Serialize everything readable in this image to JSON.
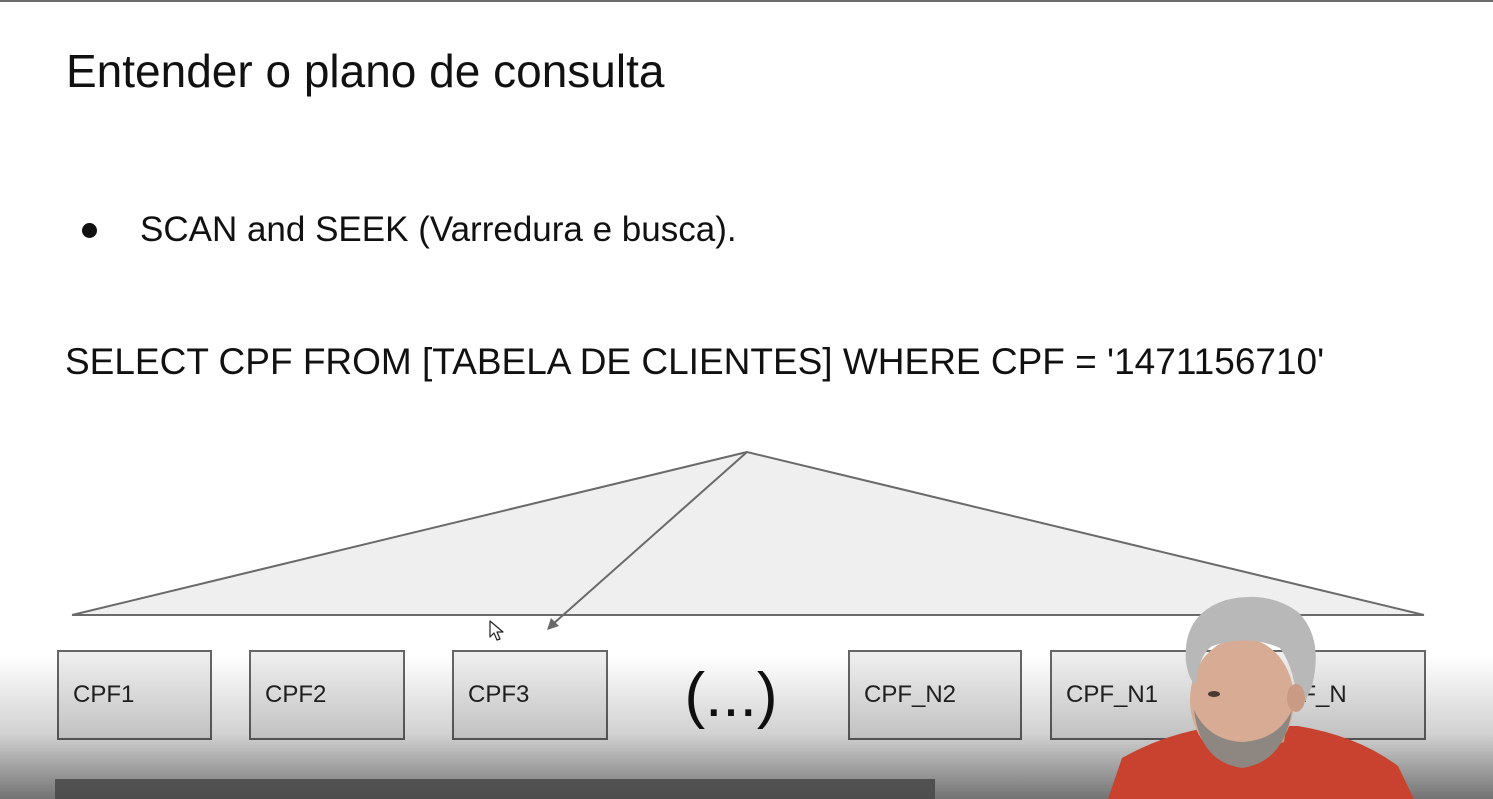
{
  "slide": {
    "title": "Entender o plano de consulta",
    "bullet": "SCAN and SEEK (Varredura e busca).",
    "query": "SELECT CPF FROM [TABELA DE CLIENTES] WHERE CPF = '1471156710'"
  },
  "tree": {
    "leaves": [
      {
        "label": "CPF1"
      },
      {
        "label": "CPF2"
      },
      {
        "label": "CPF3"
      },
      {
        "label": "CPF_N2"
      },
      {
        "label": "CPF_N1"
      },
      {
        "label": "CPF_N"
      }
    ],
    "ellipsis": "(...)",
    "fill_color": "#efefef",
    "line_color": "#6a6a6a"
  },
  "video": {
    "presenter_shirt_color": "#c9422f",
    "presenter_hair_color": "#b8b8b8"
  }
}
